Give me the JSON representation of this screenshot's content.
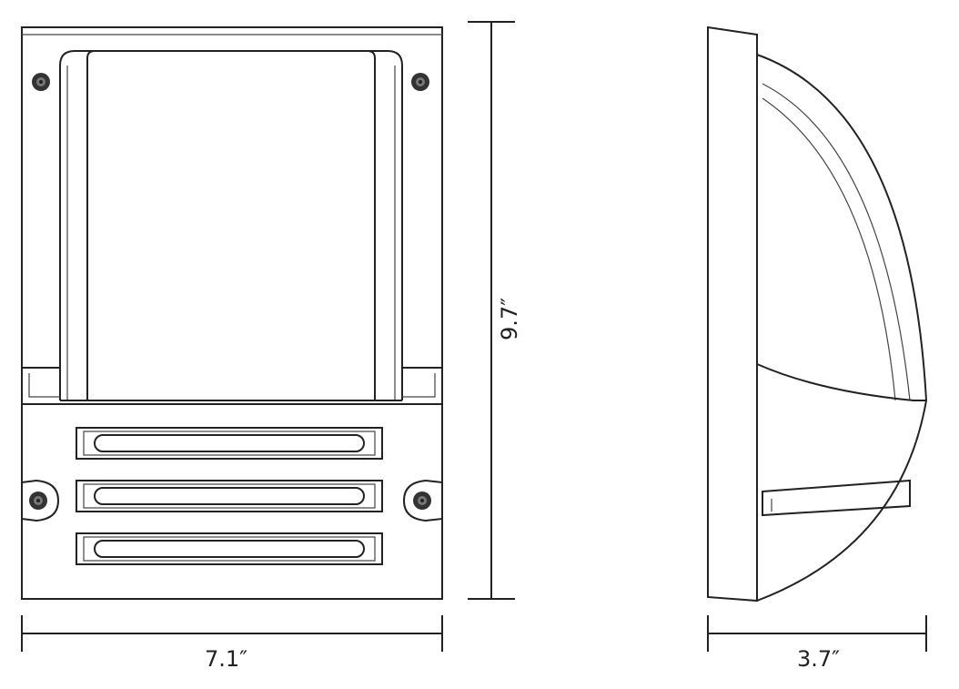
{
  "dimensions": {
    "width_label": "7.1″",
    "height_label": "9.7″",
    "depth_label": "3.7″"
  },
  "views": [
    "front-view",
    "side-view"
  ],
  "colors": {
    "line": "#222222",
    "background": "#ffffff"
  }
}
